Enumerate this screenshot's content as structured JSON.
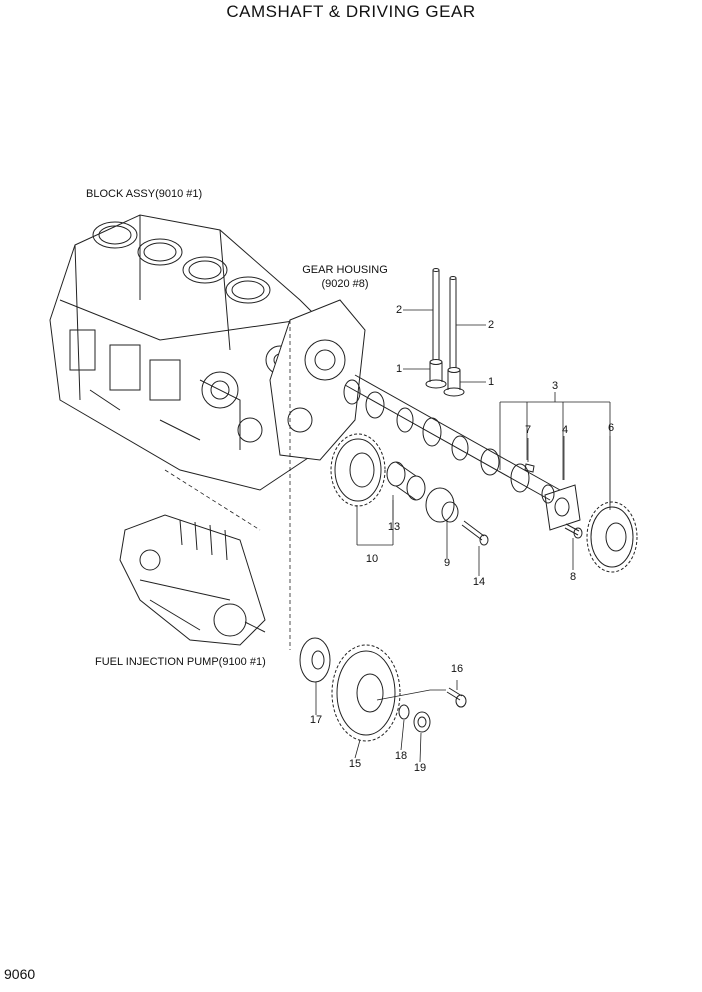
{
  "page": {
    "title": "CAMSHAFT & DRIVING GEAR",
    "page_number": "9060"
  },
  "references": {
    "block": "BLOCK ASSY(9010 #1)",
    "gear_housing_line1": "GEAR HOUSING",
    "gear_housing_line2": "(9020 #8)",
    "fuel_pump": "FUEL INJECTION PUMP(9100 #1)"
  },
  "callouts": [
    "1",
    "1",
    "2",
    "2",
    "3",
    "4",
    "6",
    "7",
    "8",
    "9",
    "10",
    "13",
    "14",
    "15",
    "16",
    "17",
    "18",
    "19"
  ]
}
